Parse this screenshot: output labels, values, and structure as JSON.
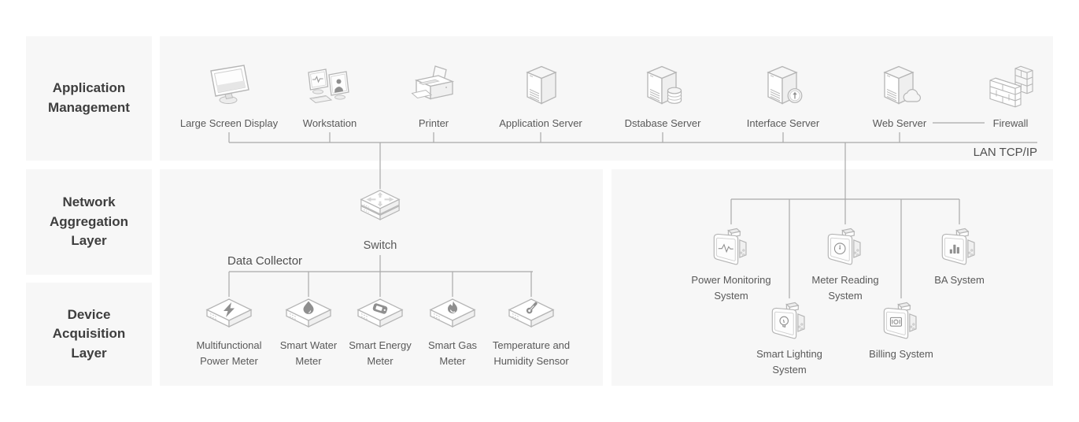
{
  "sidebar": {
    "layers": [
      {
        "label": "Application Management"
      },
      {
        "label": "Network Aggregation Layer"
      },
      {
        "label": "Device Acquisition Layer"
      }
    ]
  },
  "application_row": {
    "lan_label": "LAN TCP/IP",
    "nodes": [
      {
        "label": "Large Screen Display",
        "icon": "large-screen-display-icon"
      },
      {
        "label": "Workstation",
        "icon": "workstation-icon"
      },
      {
        "label": "Printer",
        "icon": "printer-icon"
      },
      {
        "label": "Application Server",
        "icon": "application-server-icon"
      },
      {
        "label": "Dstabase Server",
        "icon": "database-server-icon"
      },
      {
        "label": "Interface Server",
        "icon": "interface-server-icon"
      },
      {
        "label": "Web Server",
        "icon": "web-server-icon"
      },
      {
        "label": "Firewall",
        "icon": "firewall-icon"
      }
    ]
  },
  "network_layer": {
    "switch_label": "Switch",
    "data_collector_label": "Data Collector"
  },
  "device_layer": {
    "nodes": [
      {
        "label": "Multifunctional Power Meter",
        "icon": "power-meter-icon"
      },
      {
        "label": "Smart Water Meter",
        "icon": "water-meter-icon"
      },
      {
        "label": "Smart Energy Meter",
        "icon": "energy-meter-icon"
      },
      {
        "label": "Smart Gas Meter",
        "icon": "gas-meter-icon"
      },
      {
        "label": "Temperature and Humidity Sensor",
        "icon": "temp-humidity-sensor-icon"
      }
    ]
  },
  "systems": {
    "nodes": [
      {
        "label": "Power Monitoring System",
        "icon": "power-monitoring-icon"
      },
      {
        "label": "Meter Reading System",
        "icon": "meter-reading-icon"
      },
      {
        "label": "BA System",
        "icon": "ba-system-icon"
      },
      {
        "label": "Smart Lighting System",
        "icon": "smart-lighting-icon"
      },
      {
        "label": "Billing System",
        "icon": "billing-system-icon"
      }
    ]
  },
  "colors": {
    "panel_bg": "#f7f7f7",
    "connector_line": "#a8a8a8",
    "label_text": "#595959",
    "title_text": "#3e3e3e",
    "icon_outline": "#b5b5b5",
    "icon_glyph": "#8f8f8f"
  }
}
